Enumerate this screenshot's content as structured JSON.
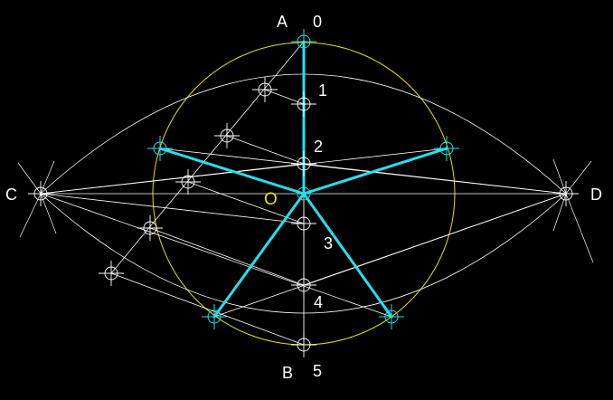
{
  "labels": {
    "A": "A",
    "B": "B",
    "C": "C",
    "D": "D",
    "O": "O",
    "n0": "0",
    "n1": "1",
    "n2": "2",
    "n3": "3",
    "n4": "4",
    "n5": "5"
  },
  "colors": {
    "background": "#000000",
    "construction": "#ffffff",
    "circle": "#e8e000",
    "star": "#22e0f0",
    "label_o": "#e8e000"
  }
}
